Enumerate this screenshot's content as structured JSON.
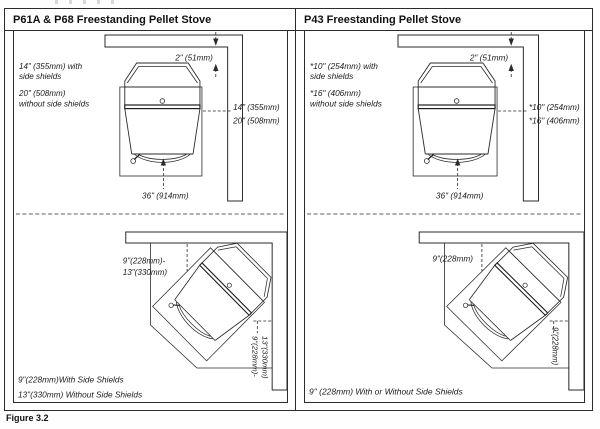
{
  "figure_caption": "Figure 3.2",
  "colors": {
    "line_color": "#2b2b2b",
    "background": "#ffffff",
    "text_color": "#1a1a1a"
  },
  "panels": [
    {
      "title": "P61A & P68 Freestanding Pellet Stove",
      "parallel": {
        "rear_clearance": "2\" (51mm)",
        "left_note_line1": "14\" (355mm) with",
        "left_note_line2": "side shields",
        "left_note_line3": "20\" (508mm)",
        "left_note_line4": "without side shields",
        "side_clearance_line1": "14\" (355mm)",
        "side_clearance_line2": "20\" (508mm)",
        "front_clearance": "36\" (914mm)"
      },
      "corner": {
        "label_line1": "9\"(228mm)-",
        "label_line2": "13\"(330mm)",
        "vertical_label_line1": "9\"(228mm)-",
        "vertical_label_line2": "13\"(330mm)",
        "footnote_line1": "9\"(228mm)With Side Shields",
        "footnote_line2": "13\"(330mm) Without Side Shields"
      }
    },
    {
      "title": "P43 Freestanding Pellet Stove",
      "parallel": {
        "rear_clearance": "2\" (51mm)",
        "left_note_line1": "*10\" (254mm) with",
        "left_note_line2": "side shields",
        "left_note_line3": "*16\" (406mm)",
        "left_note_line4": "without side shields",
        "side_clearance_line1": "*10\" (254mm)",
        "side_clearance_line2": "*16\" (406mm)",
        "front_clearance": "36\" (914mm)"
      },
      "corner": {
        "label_line1": "9\"(228mm)",
        "vertical_label_line1": "9\"(228mm)",
        "footnote_line1": "9\" (228mm) With or Without Side Shields"
      }
    }
  ]
}
